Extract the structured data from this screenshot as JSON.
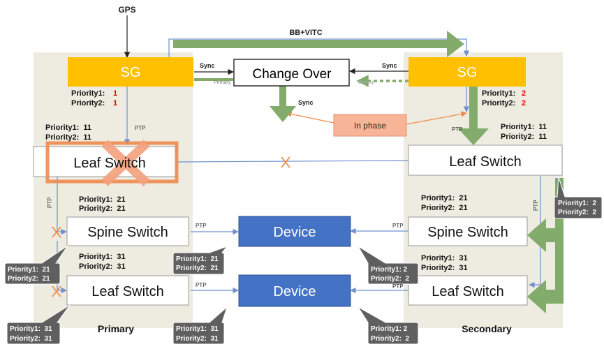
{
  "top_labels": {
    "gps": "GPS",
    "bb_vitc": "BB+VITC"
  },
  "panels": {
    "primary": "Primary",
    "secondary": "Secondary"
  },
  "sg_primary": {
    "label": "SG",
    "p1_key": "Priority1:",
    "p1_val": "1",
    "p2_key": "Priority2:",
    "p2_val": "1"
  },
  "sg_secondary": {
    "label": "SG",
    "p1_key": "Priority1:",
    "p1_val": "2",
    "p2_key": "Priority2:",
    "p2_val": "2"
  },
  "changeover": {
    "label": "Change Over",
    "sync_left": "Sync",
    "sync_right": "Sync",
    "sync_down": "Sync",
    "primary_small": "Primary",
    "backup_small": "Backup"
  },
  "in_phase": "In phase",
  "ptp": "PTP",
  "boxes": {
    "leaf_primary_top": "Leaf Switch",
    "spine_primary": "Spine Switch",
    "leaf_primary_bottom": "Leaf Switch",
    "leaf_secondary_top": "Leaf Switch",
    "spine_secondary": "Spine Switch",
    "leaf_secondary_bottom": "Leaf Switch",
    "device_top": "Device",
    "device_bottom": "Device"
  },
  "priority_text": {
    "leaf_p_top": [
      "Priority1:  11",
      "Priority2:  11"
    ],
    "leaf_s_top": [
      "Priority1:  11",
      "Priority2:  11"
    ],
    "spine_p": [
      "Priority1:  21",
      "Priority2:  21"
    ],
    "spine_s": [
      "Priority1:  21",
      "Priority2:  21"
    ],
    "leaf_p_bottom": [
      "Priority1:  31",
      "Priority2:  31"
    ],
    "leaf_s_bottom": [
      "Priority1:  31",
      "Priority2:  31"
    ]
  },
  "callouts": {
    "right_secondary": [
      "Priority1:  2",
      "Priority2:  2"
    ],
    "spine_primary_left": [
      "Priority1:  21",
      "Priority2:  21"
    ],
    "leaf_primary_left": [
      "Priority1:  31",
      "Priority2:  31"
    ],
    "device_top_left": [
      "Priority1:  21",
      "Priority2:  21"
    ],
    "device_top_right": [
      "Priority1: 2",
      "Priority2:  2"
    ],
    "device_bottom_left": [
      "Priority1:  31",
      "Priority2:  31"
    ],
    "device_bottom_right": [
      "Priority1: 2",
      "Priority2:  2"
    ]
  },
  "colors": {
    "panel_bg": "#eeebe0",
    "sg_fill": "#ffc000",
    "device_fill": "#4472c4",
    "green_arrow": "#82ab6c",
    "blue_line": "#6f8fcf",
    "orange": "#ed8b4c",
    "callout_fill": "#5f5f5f",
    "red_value": "#e60000",
    "in_phase_fill": "#f8b496"
  }
}
